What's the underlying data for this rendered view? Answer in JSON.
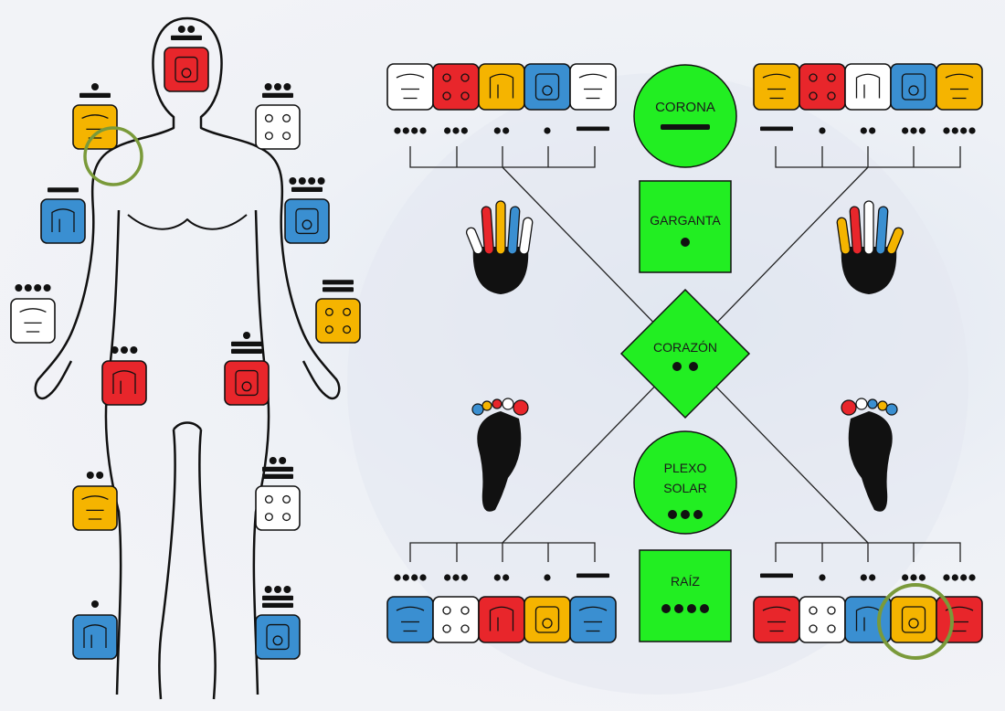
{
  "colors": {
    "green": "#22ee22",
    "red": "#e8262b",
    "yellow": "#f5b400",
    "blue": "#3a8fd1",
    "white": "#ffffff",
    "black": "#111111",
    "highlight": "#7a9a3a"
  },
  "chakras": [
    {
      "key": "corona",
      "label": "CORONA",
      "shape": "circle",
      "number": 5
    },
    {
      "key": "garganta",
      "label": "GARGANTA",
      "shape": "square",
      "number": 1
    },
    {
      "key": "corazon",
      "label": "CORAZÓN",
      "shape": "diamond",
      "number": 2
    },
    {
      "key": "plexo",
      "label_line1": "PLEXO",
      "label_line2": "SOLAR",
      "shape": "circle",
      "number": 3
    },
    {
      "key": "raiz",
      "label": "RAÍZ",
      "shape": "square",
      "number": 4
    }
  ],
  "glyph_rows": {
    "top_left": {
      "numbers": [
        4,
        3,
        2,
        1,
        5
      ],
      "colors": [
        "white",
        "red",
        "yellow",
        "blue",
        "white"
      ]
    },
    "top_right": {
      "numbers": [
        5,
        1,
        2,
        3,
        4
      ],
      "colors": [
        "yellow",
        "red",
        "white",
        "blue",
        "yellow"
      ]
    },
    "bottom_left": {
      "numbers": [
        4,
        3,
        2,
        1,
        5
      ],
      "colors": [
        "blue",
        "white",
        "red",
        "yellow",
        "blue"
      ]
    },
    "bottom_right": {
      "numbers": [
        5,
        1,
        2,
        3,
        4
      ],
      "colors": [
        "red",
        "white",
        "blue",
        "yellow",
        "red"
      ]
    }
  },
  "hands": {
    "left_fingers": [
      "white",
      "red",
      "yellow",
      "blue",
      "white"
    ],
    "right_fingers": [
      "yellow",
      "red",
      "white",
      "blue",
      "yellow"
    ]
  },
  "feet": {
    "left_toes": [
      "blue",
      "yellow",
      "red",
      "white",
      "red"
    ],
    "right_toes": [
      "red",
      "white",
      "blue",
      "yellow",
      "blue"
    ]
  },
  "body_glyphs": [
    {
      "id": "head",
      "color": "red",
      "number": 7
    },
    {
      "id": "left-shoulder",
      "color": "yellow",
      "number": 6
    },
    {
      "id": "right-shoulder",
      "color": "white",
      "number": 8
    },
    {
      "id": "left-arm",
      "color": "blue",
      "number": 5
    },
    {
      "id": "right-arm",
      "color": "blue",
      "number": 9
    },
    {
      "id": "left-hand",
      "color": "white",
      "number": 4
    },
    {
      "id": "right-hand",
      "color": "yellow",
      "number": 10
    },
    {
      "id": "left-hip",
      "color": "red",
      "number": 3
    },
    {
      "id": "right-hip",
      "color": "red",
      "number": 11
    },
    {
      "id": "left-knee",
      "color": "yellow",
      "number": 2
    },
    {
      "id": "right-knee",
      "color": "white",
      "number": 12
    },
    {
      "id": "left-foot",
      "color": "blue",
      "number": 1
    },
    {
      "id": "right-foot",
      "color": "blue",
      "number": 13
    }
  ]
}
